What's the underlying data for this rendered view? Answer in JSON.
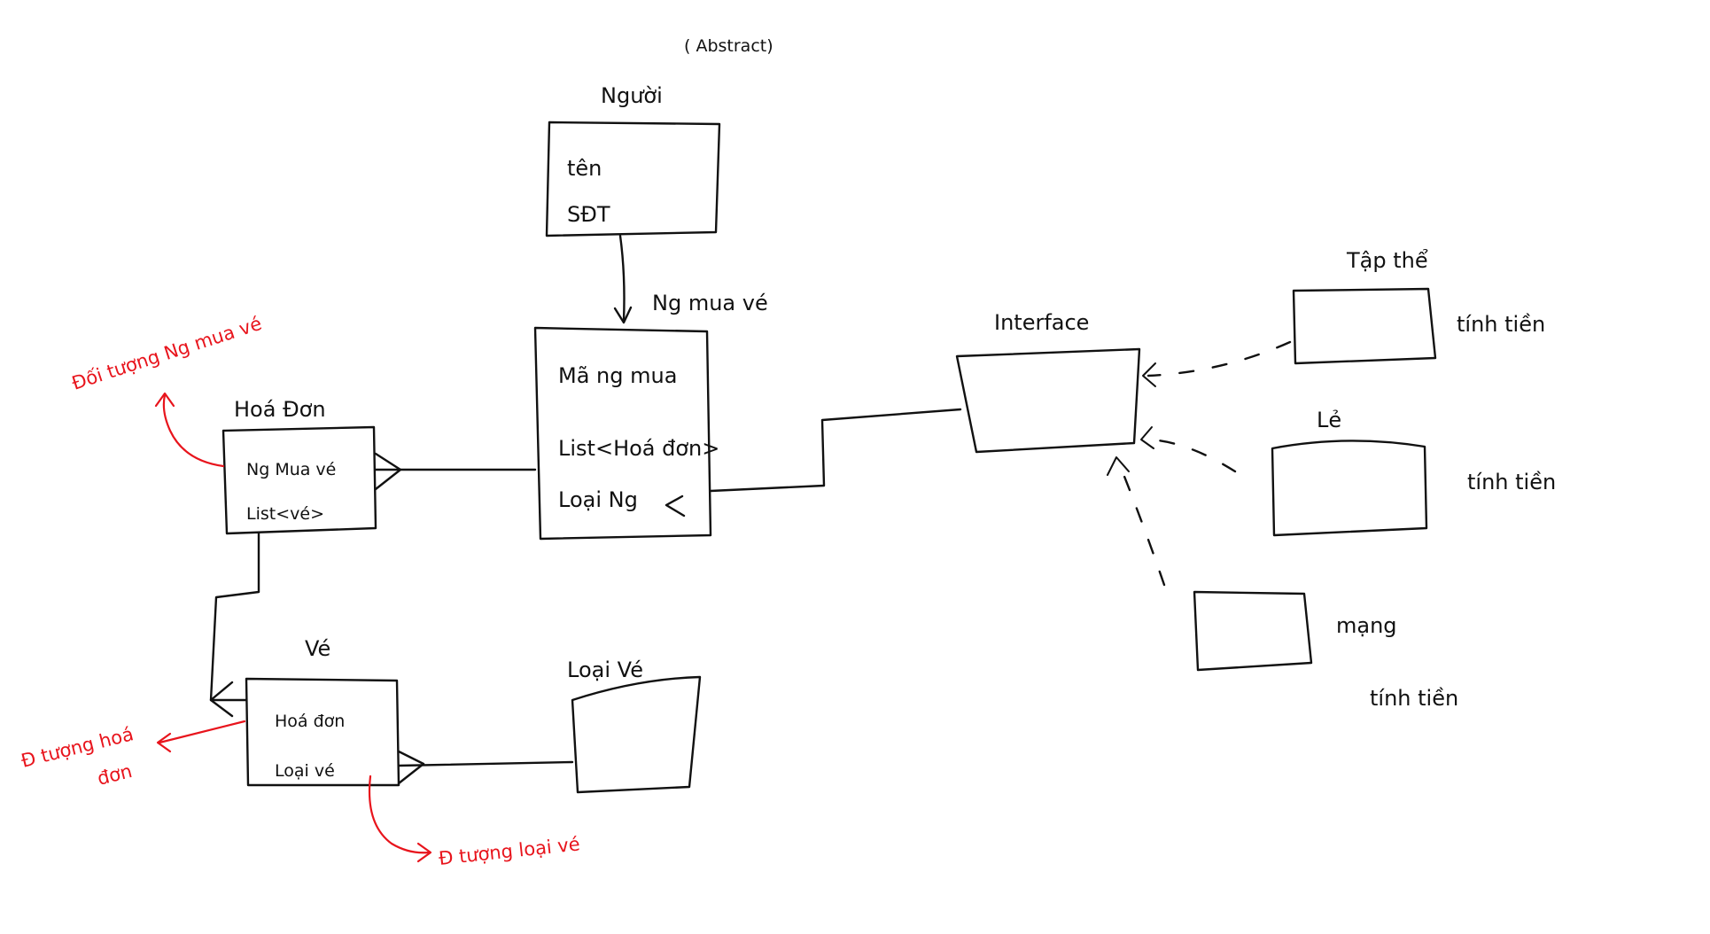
{
  "diagram": {
    "stereotype": "( Abstract)",
    "classes": {
      "nguoi": {
        "title": "Người",
        "fields": [
          "tên",
          "SĐT"
        ]
      },
      "ng_mua_ve": {
        "title": "Ng mua vé",
        "fields": [
          "Mã ng mua",
          "List<Hoá đơn>",
          "Loại Ng"
        ]
      },
      "hoa_don": {
        "title": "Hoá Đơn",
        "fields": [
          "Ng Mua vé",
          "List<vé>"
        ]
      },
      "ve": {
        "title": "Vé",
        "fields": [
          "Hoá đơn",
          "Loại vé"
        ]
      },
      "loai_ve": {
        "title": "Loại Vé"
      },
      "interface": {
        "title": "Interface"
      },
      "tap_the": {
        "title": "Tập thể",
        "note": "tính tiền"
      },
      "le": {
        "title": "Lẻ",
        "note": "tính tiền"
      },
      "mang": {
        "title": "mạng",
        "note": "tính tiền"
      }
    },
    "annotations": {
      "hoa_don_ng_mua_ve": "Đối tượng Ng mua vé",
      "ve_hoa_don": [
        "Đ tượng hoá",
        "đơn"
      ],
      "ve_loai_ve": "Đ tượng loại vé"
    },
    "colors": {
      "ink": "#111111",
      "annotation": "#e8141c",
      "background": "#ffffff"
    }
  }
}
